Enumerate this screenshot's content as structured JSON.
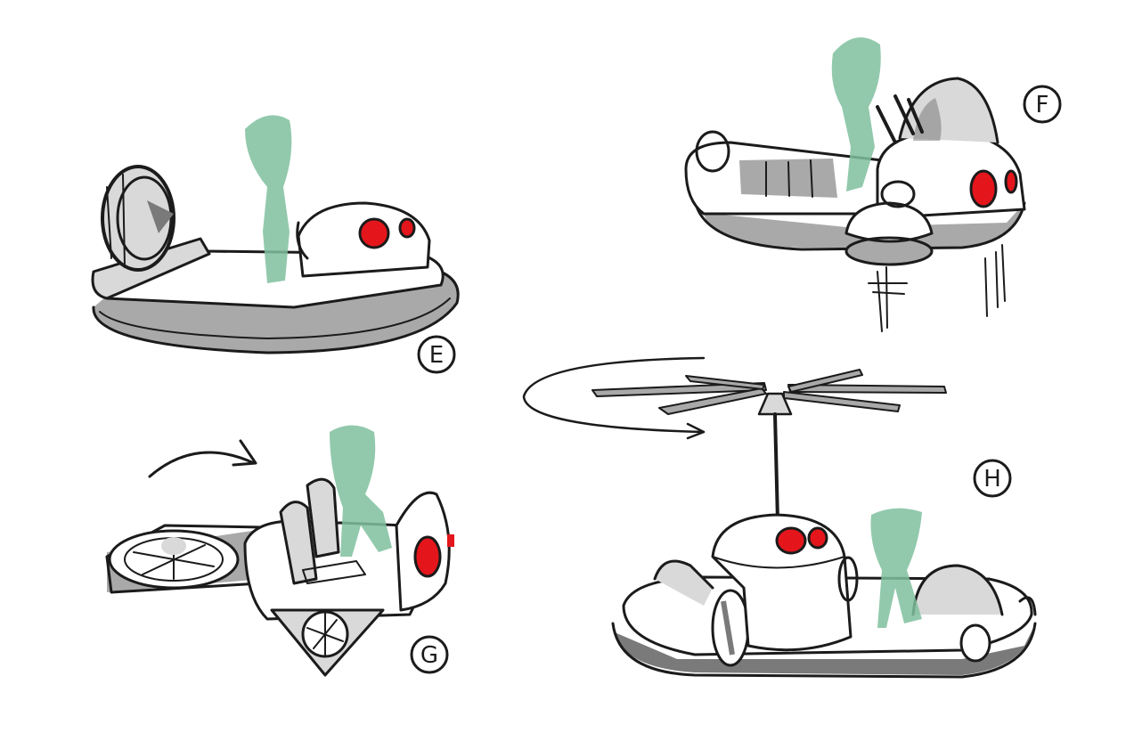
{
  "sketches": [
    {
      "id": "E",
      "label": "E"
    },
    {
      "id": "F",
      "label": "F"
    },
    {
      "id": "G",
      "label": "G"
    },
    {
      "id": "H",
      "label": "H"
    }
  ],
  "colors": {
    "ink": "#1b1b1b",
    "figure_green": "#7fbf9e",
    "light_red": "#e4161c",
    "gray_dark": "#7a7a7a",
    "gray_mid": "#a9a9a9",
    "gray_light": "#d9d9d9"
  }
}
